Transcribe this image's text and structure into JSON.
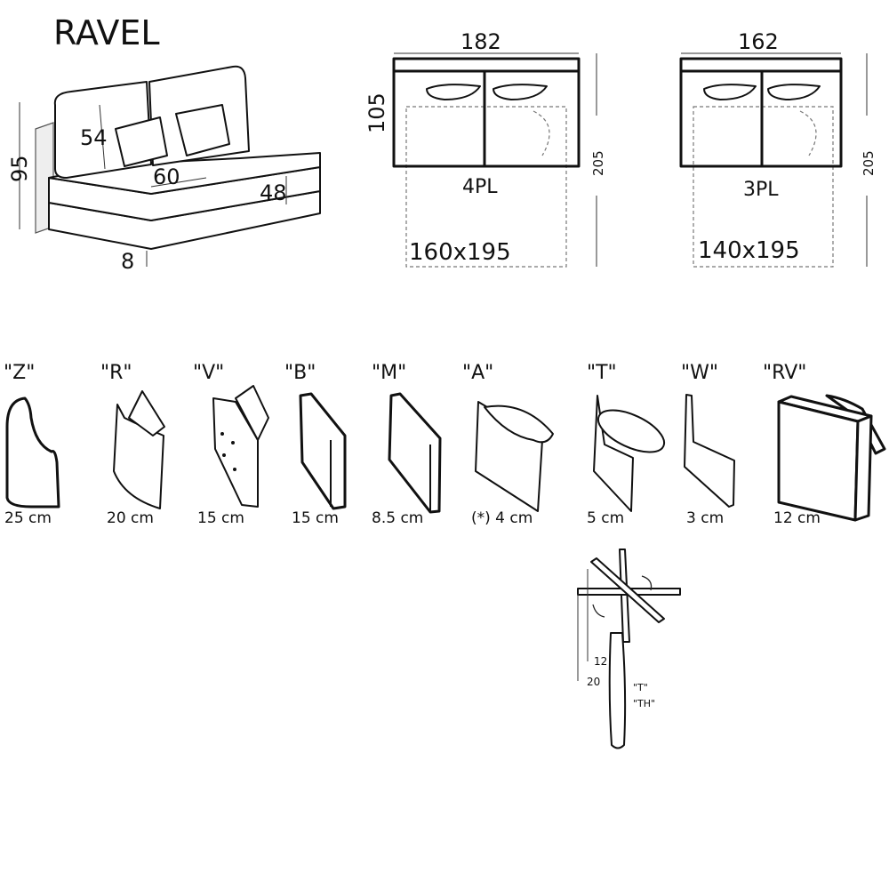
{
  "title": "RAVEL",
  "sofa_view": {
    "height": "95",
    "back_height": "54",
    "seat_depth": "60",
    "seat_height": "48",
    "foot_height": "8"
  },
  "plans": [
    {
      "width": "182",
      "depth": "105",
      "open_length": "205",
      "model": "4PL",
      "bed_size": "160x195"
    },
    {
      "width": "162",
      "open_length": "205",
      "model": "3PL",
      "bed_size": "140x195"
    }
  ],
  "armrests": [
    {
      "code": "\"Z\"",
      "width": "25 cm"
    },
    {
      "code": "\"R\"",
      "width": "20 cm"
    },
    {
      "code": "\"V\"",
      "width": "15 cm"
    },
    {
      "code": "\"B\"",
      "width": "15 cm"
    },
    {
      "code": "\"M\"",
      "width": "8.5 cm"
    },
    {
      "code": "\"A\"",
      "width": "(*) 4 cm"
    },
    {
      "code": "\"T\"",
      "width": "5 cm"
    },
    {
      "code": "\"W\"",
      "width": "3 cm"
    },
    {
      "code": "\"RV\"",
      "width": "12 cm"
    }
  ],
  "detail": {
    "dim_a": "12",
    "dim_b": "20",
    "label_t": "\"T\"",
    "label_th": "\"TH\""
  }
}
